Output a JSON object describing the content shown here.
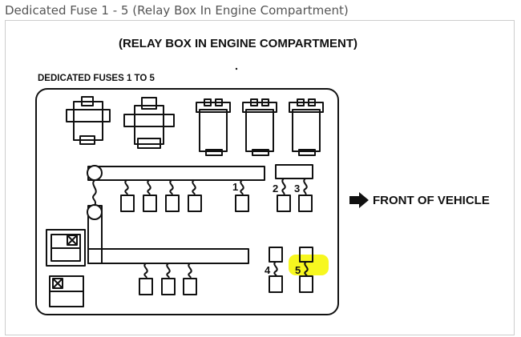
{
  "caption": "Dedicated Fuse 1 - 5 (Relay Box In Engine Compartment)",
  "diagram": {
    "title": "(RELAY BOX IN ENGINE COMPARTMENT)",
    "subtitle": "DEDICATED FUSES 1 TO 5",
    "front_label": "FRONT OF VEHICLE",
    "fuse_labels": [
      "1",
      "2",
      "3",
      "4",
      "5"
    ],
    "highlighted_fuse": "5",
    "highlight_color": "#f7f71f",
    "line_color": "#111111"
  }
}
